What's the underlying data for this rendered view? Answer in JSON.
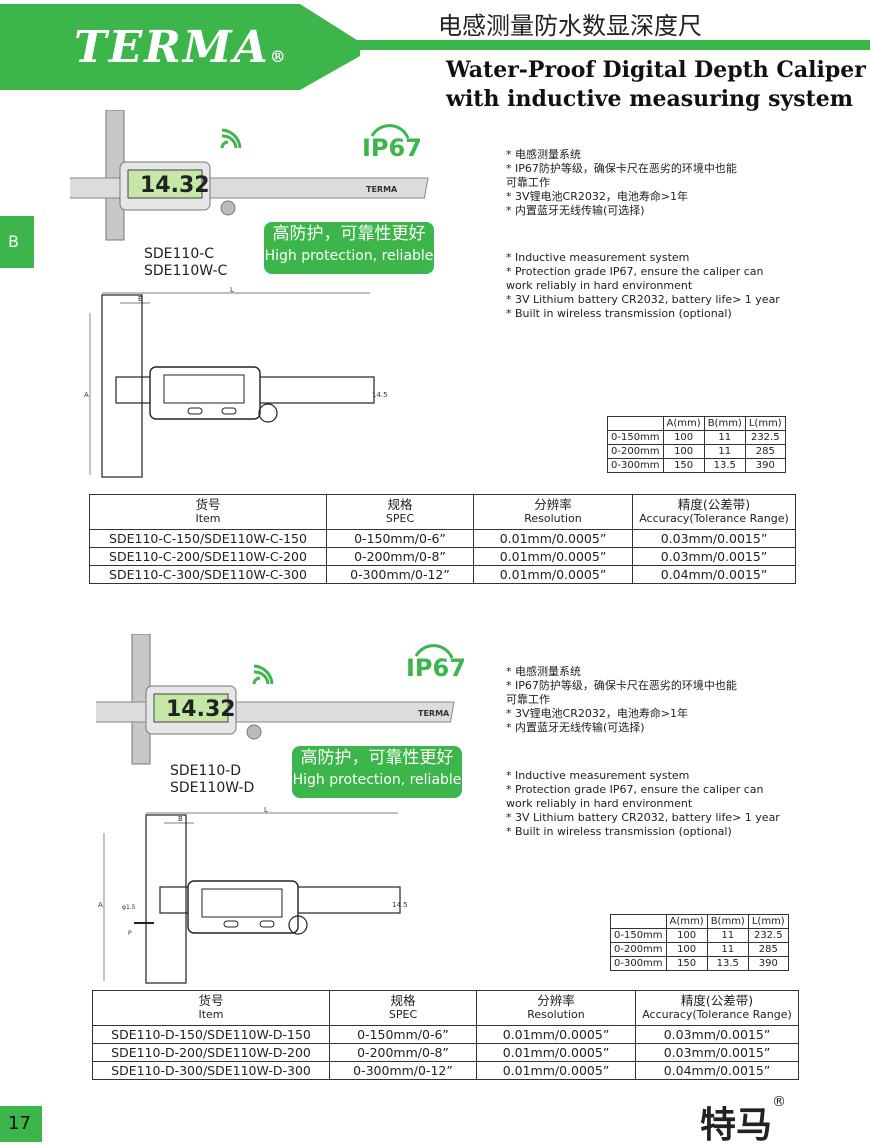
{
  "header": {
    "brand_logo": "TERMA",
    "brand_reg": "®",
    "title_cn": "电感测量防水数显深度尺",
    "title_en_line1": "Water-Proof Digital Depth Caliper",
    "title_en_line2": "with inductive measuring system"
  },
  "side_tab": "B",
  "page_number": "17",
  "footer_brand": "特马",
  "footer_reg": "®",
  "colors": {
    "accent": "#3cb54a"
  },
  "sections": [
    {
      "model_line1": "SDE110-C",
      "model_line2": "SDE110W-C",
      "ip_rating": "IP67",
      "lcd_reading": "14.32",
      "badge_cn": "高防护，可靠性更好",
      "badge_en": "High protection, reliable",
      "features_cn": [
        "* 电感测量系统",
        "* IP67防护等级，确保卡尺在恶劣的环境中也能",
        "   可靠工作",
        "* 3V锂电池CR2032，电池寿命>1年",
        "* 内置蓝牙无线传输(可选择)"
      ],
      "features_en": [
        "* Inductive measurement system",
        "* Protection grade IP67, ensure the caliper can",
        "  work reliably in hard environment",
        "* 3V Lithium battery CR2032, battery life> 1 year",
        "* Built in wireless transmission (optional)"
      ],
      "drawing_labels": {
        "l": "L",
        "b": "B",
        "a": "A",
        "h": "14.5"
      },
      "dims": {
        "headers": [
          "",
          "A(mm)",
          "B(mm)",
          "L(mm)"
        ],
        "rows": [
          [
            "0-150mm",
            "100",
            "11",
            "232.5"
          ],
          [
            "0-200mm",
            "100",
            "11",
            "285"
          ],
          [
            "0-300mm",
            "150",
            "13.5",
            "390"
          ]
        ]
      },
      "spec": {
        "headers_cn": [
          "货号",
          "规格",
          "分辨率",
          "精度(公差带)"
        ],
        "headers_en": [
          "Item",
          "SPEC",
          "Resolution",
          "Accuracy(Tolerance Range)"
        ],
        "rows": [
          [
            "SDE110-C-150/SDE110W-C-150",
            "0-150mm/0-6”",
            "0.01mm/0.0005”",
            "0.03mm/0.0015”"
          ],
          [
            "SDE110-C-200/SDE110W-C-200",
            "0-200mm/0-8”",
            "0.01mm/0.0005”",
            "0.03mm/0.0015”"
          ],
          [
            "SDE110-C-300/SDE110W-C-300",
            "0-300mm/0-12”",
            "0.01mm/0.0005”",
            "0.04mm/0.0015”"
          ]
        ]
      }
    },
    {
      "model_line1": "SDE110-D",
      "model_line2": "SDE110W-D",
      "ip_rating": "IP67",
      "lcd_reading": "14.32",
      "badge_cn": "高防护，可靠性更好",
      "badge_en": "High protection, reliable",
      "features_cn": [
        "* 电感测量系统",
        "* IP67防护等级，确保卡尺在恶劣的环境中也能",
        "   可靠工作",
        "* 3V锂电池CR2032，电池寿命>1年",
        "* 内置蓝牙无线传输(可选择)"
      ],
      "features_en": [
        "* Inductive measurement system",
        "* Protection grade IP67, ensure the caliper can",
        "  work reliably in hard environment",
        "* 3V Lithium battery CR2032, battery life> 1 year",
        "* Built in wireless transmission (optional)"
      ],
      "drawing_labels": {
        "l": "L",
        "b": "B",
        "a": "A",
        "h": "14.5",
        "d": "φ1.5",
        "p": "P"
      },
      "dims": {
        "headers": [
          "",
          "A(mm)",
          "B(mm)",
          "L(mm)"
        ],
        "rows": [
          [
            "0-150mm",
            "100",
            "11",
            "232.5"
          ],
          [
            "0-200mm",
            "100",
            "11",
            "285"
          ],
          [
            "0-300mm",
            "150",
            "13.5",
            "390"
          ]
        ]
      },
      "spec": {
        "headers_cn": [
          "货号",
          "规格",
          "分辨率",
          "精度(公差带)"
        ],
        "headers_en": [
          "Item",
          "SPEC",
          "Resolution",
          "Accuracy(Tolerance Range)"
        ],
        "rows": [
          [
            "SDE110-D-150/SDE110W-D-150",
            "0-150mm/0-6”",
            "0.01mm/0.0005”",
            "0.03mm/0.0015”"
          ],
          [
            "SDE110-D-200/SDE110W-D-200",
            "0-200mm/0-8”",
            "0.01mm/0.0005”",
            "0.03mm/0.0015”"
          ],
          [
            "SDE110-D-300/SDE110W-D-300",
            "0-300mm/0-12”",
            "0.01mm/0.0005”",
            "0.04mm/0.0015”"
          ]
        ]
      }
    }
  ]
}
